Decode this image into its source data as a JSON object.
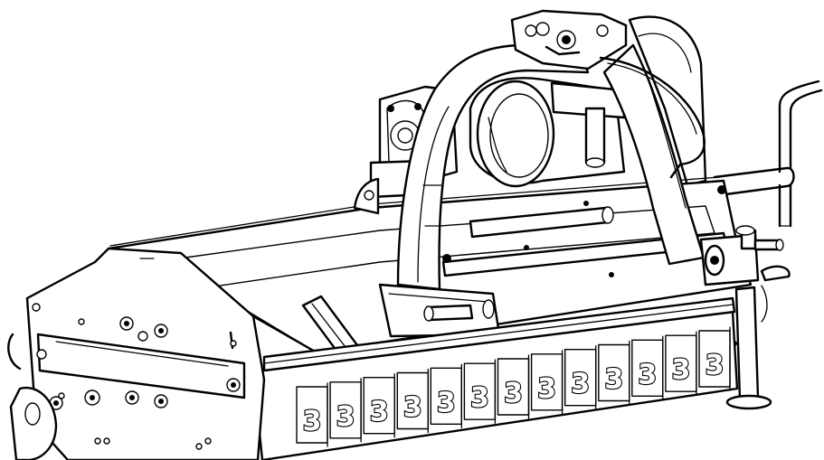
{
  "figure": {
    "type": "line-drawing",
    "style": "black outline on white",
    "stroke_color": "#000000",
    "background_color": "#ffffff",
    "flail_count": 13,
    "flail_glyph": "3"
  }
}
